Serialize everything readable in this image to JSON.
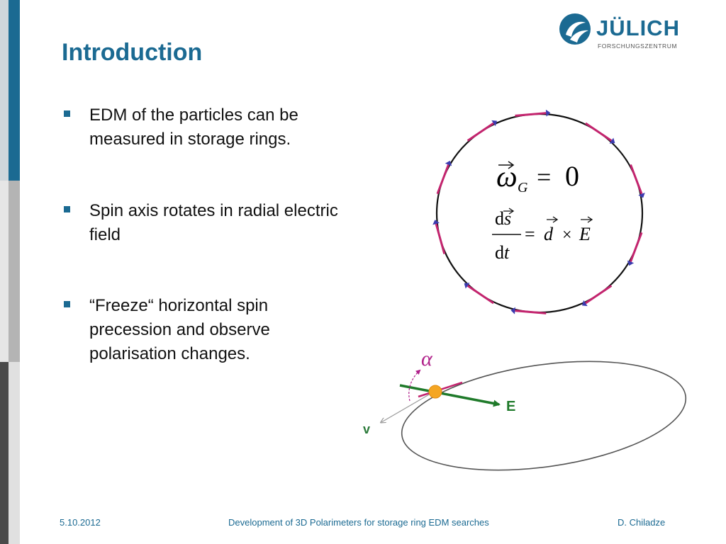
{
  "slide": {
    "title": "Introduction",
    "logo": {
      "name": "JÜLICH",
      "subtitle": "FORSCHUNGSZENTRUM",
      "color": "#1b6a92"
    },
    "bullets": [
      "EDM of the particles can be measured in storage rings.",
      "Spin axis rotates in radial electric field",
      "“Freeze“ horizontal spin precession and observe polarisation changes."
    ],
    "bullet_color": "#1b6a92",
    "accent_color": "#1b6a92",
    "sidebar_colors": [
      "#1b6a92",
      "#b4b4b4",
      "#4a4a4a",
      "#e0e0e0"
    ]
  },
  "figure_ring": {
    "equation1": "ω_G = 0",
    "equation2": "ds/dt = d × E",
    "arrow_colors": [
      "#c3246e",
      "#3b3bb0"
    ]
  },
  "figure_orbit": {
    "alpha_label": "α",
    "e_label": "E",
    "v_label": "v",
    "particle_color": "#f5a623",
    "field_color": "#1f7a2a",
    "alpha_color": "#b0208a"
  },
  "footer": {
    "date": "5.10.2012",
    "center": "Development of 3D Polarimeters for storage ring EDM searches",
    "author": "D. Chiladze"
  }
}
